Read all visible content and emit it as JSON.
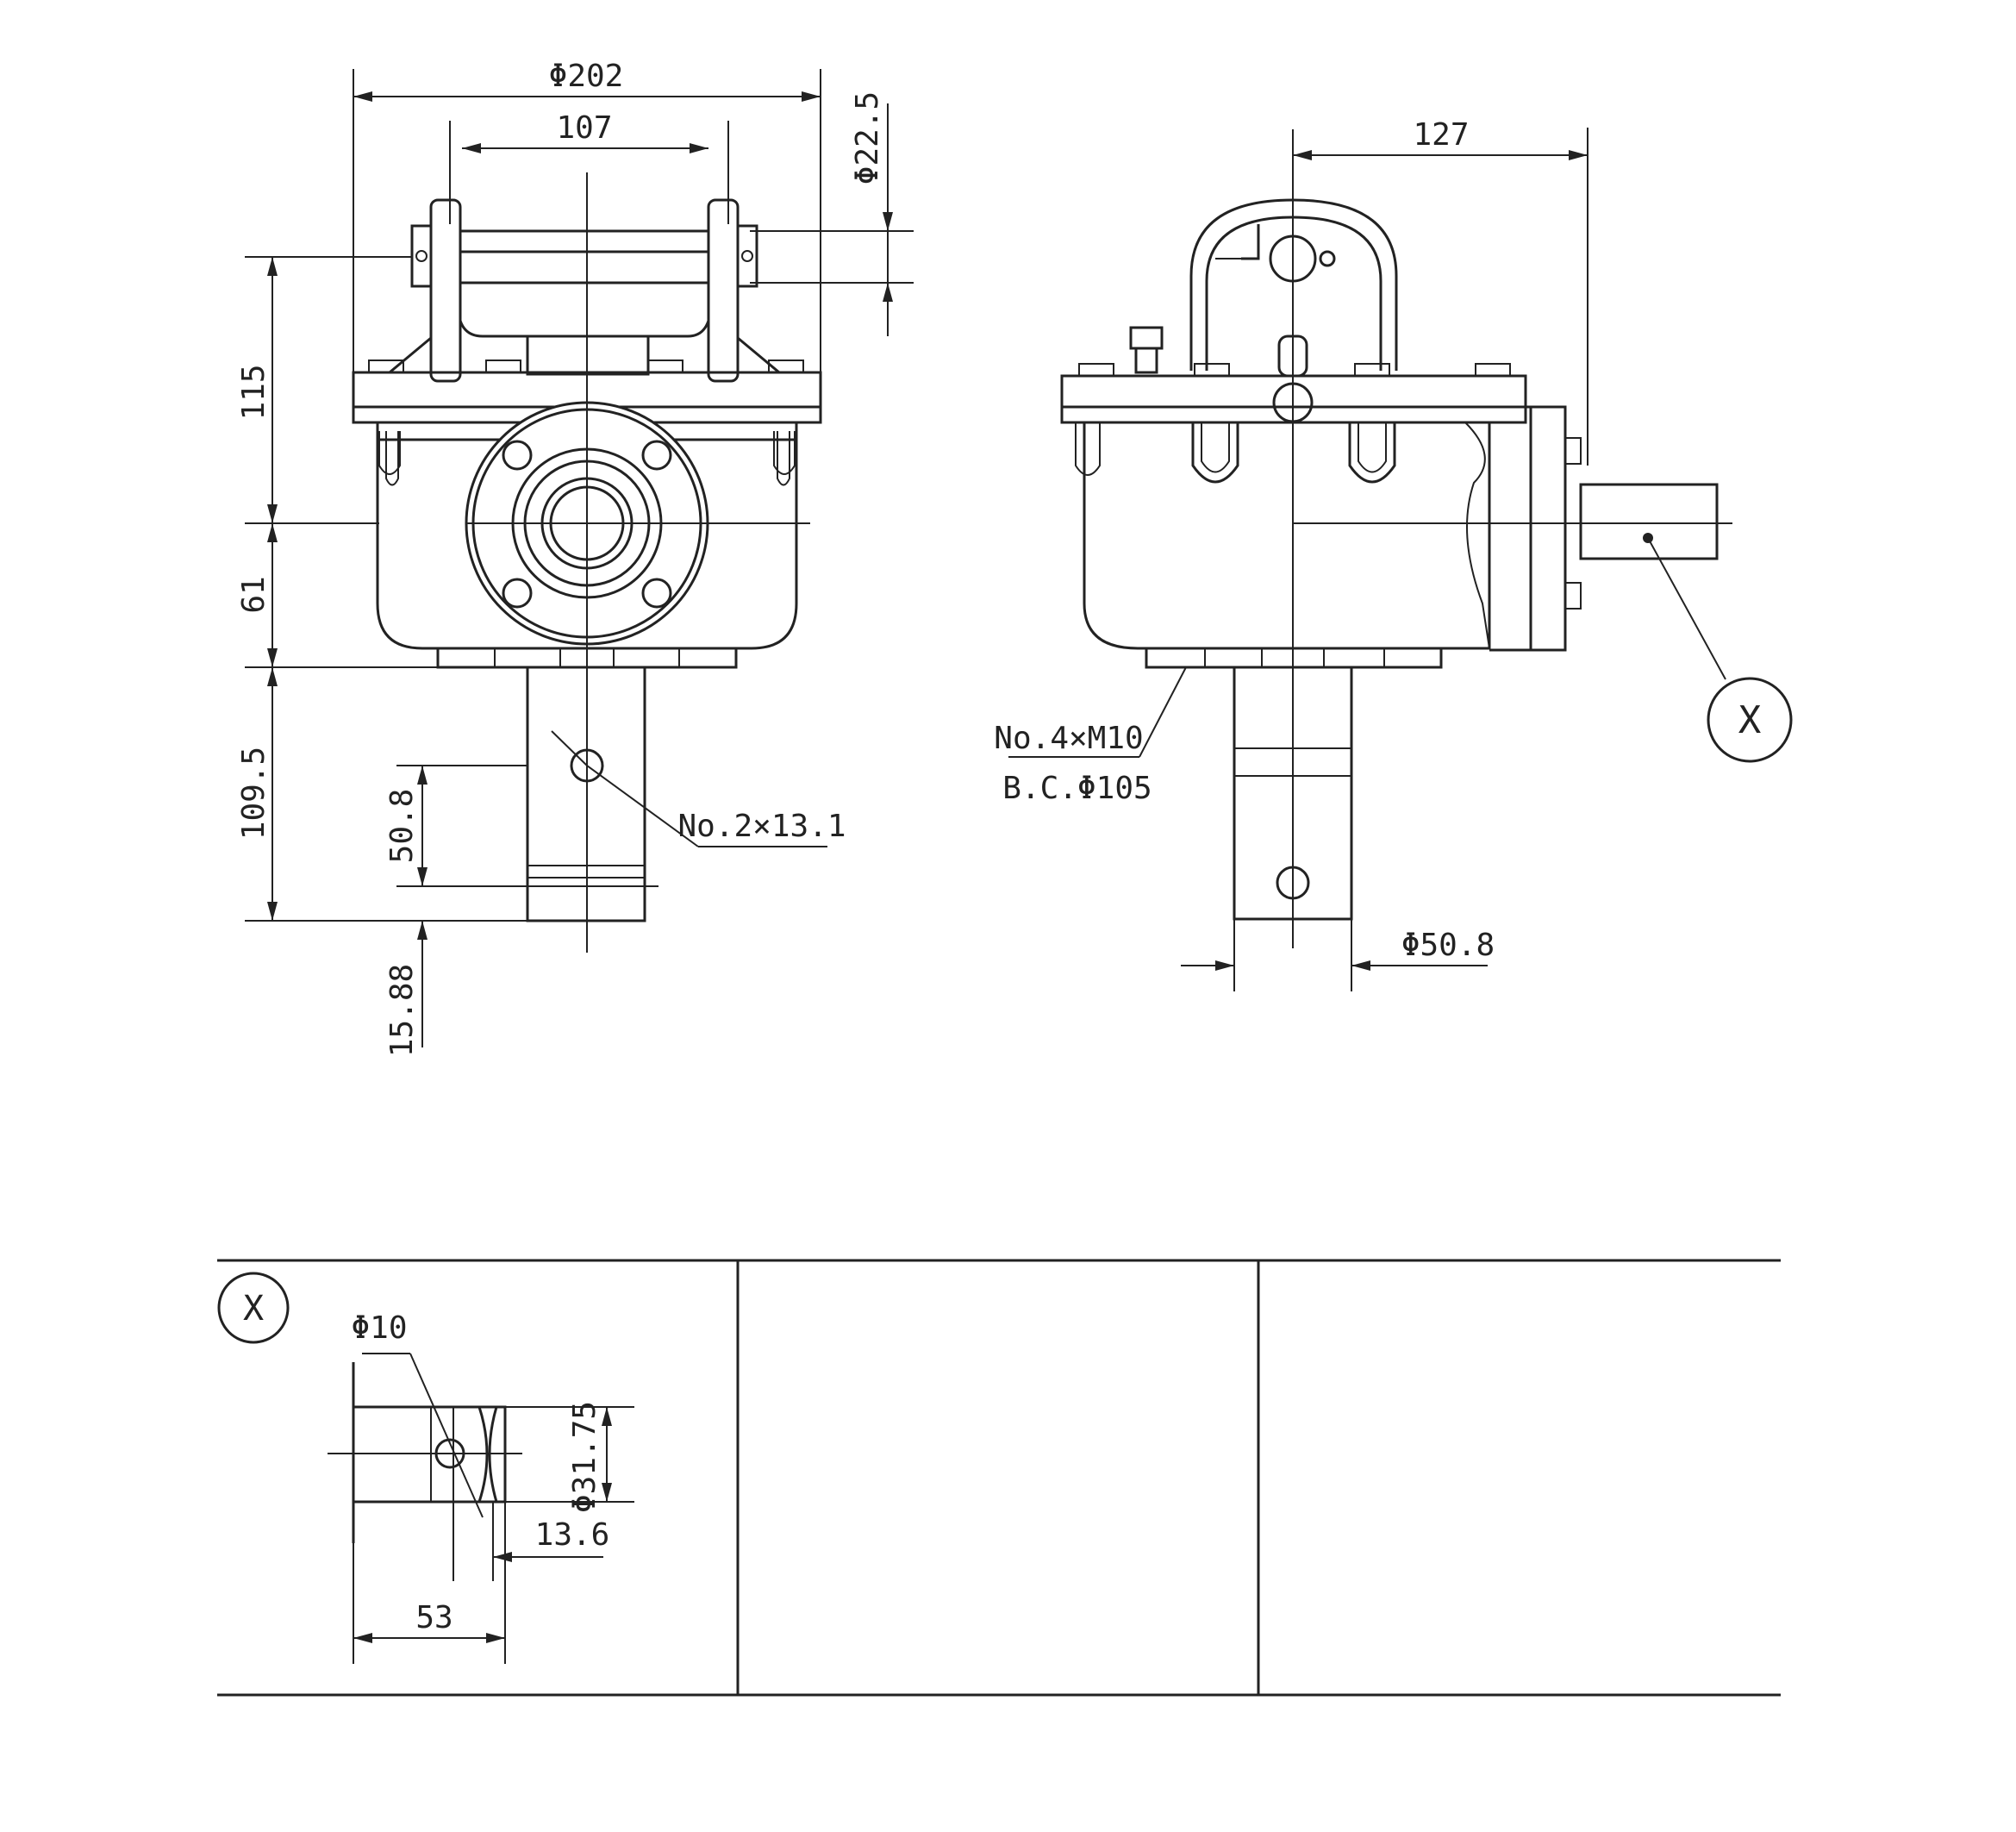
{
  "dimensions": {
    "front_width": "Φ202",
    "front_inner": "107",
    "front_pin": "Φ22.5",
    "front_h1": "115",
    "front_h2": "61",
    "front_h3": "109.5",
    "front_hole_pos": "50.8",
    "front_bottom": "15.88",
    "front_holes": "No.2×13.1",
    "side_offset": "127",
    "side_bolts": "No.4×M10",
    "side_bc": "B.C.Φ105",
    "side_shaft": "Φ50.8",
    "side_callout": "X"
  },
  "detail": {
    "label": "X",
    "hole": "Φ10",
    "shaft": "Φ31.75",
    "groove": "13.6",
    "length": "53"
  }
}
